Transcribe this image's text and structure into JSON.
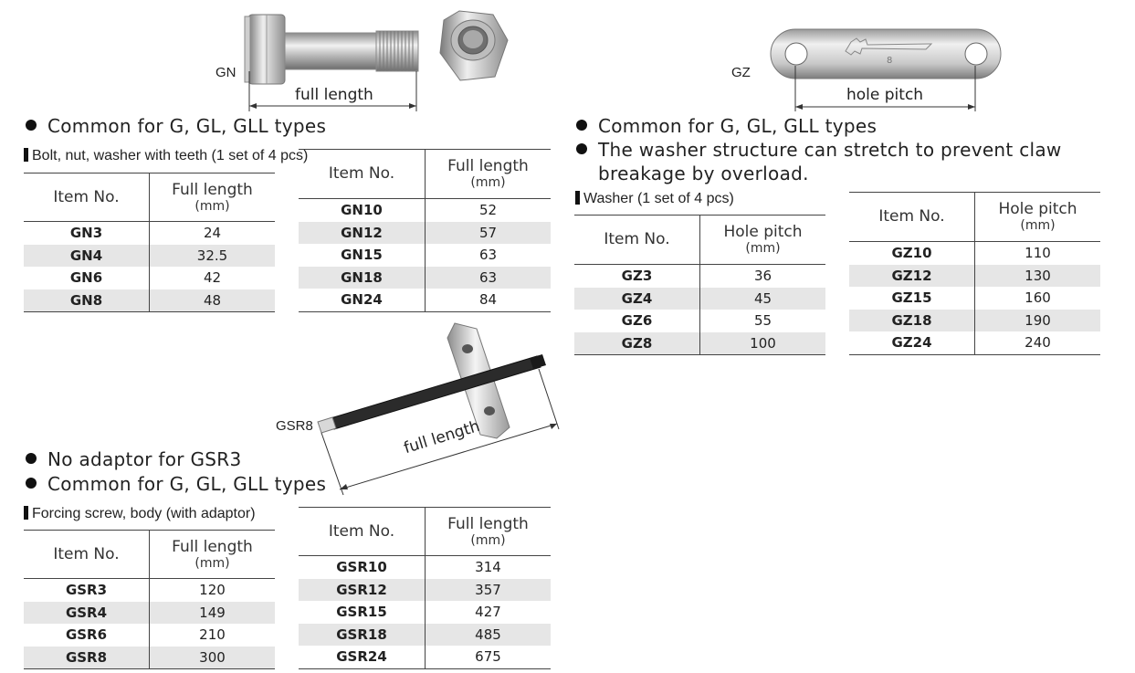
{
  "gn": {
    "label": "GN",
    "dim_label": "full length",
    "bullets": [
      "Common for G, GL, GLL types"
    ],
    "caption": "Bolt, nut, washer with teeth (1 set of 4 pcs)",
    "header_item": "Item No.",
    "header_value": "Full length",
    "header_unit": "(mm)",
    "table_left": [
      {
        "item": "GN3",
        "value": "24"
      },
      {
        "item": "GN4",
        "value": "32.5"
      },
      {
        "item": "GN6",
        "value": "42"
      },
      {
        "item": "GN8",
        "value": "48"
      }
    ],
    "table_right": [
      {
        "item": "GN10",
        "value": "52"
      },
      {
        "item": "GN12",
        "value": "57"
      },
      {
        "item": "GN15",
        "value": "63"
      },
      {
        "item": "GN18",
        "value": "63"
      },
      {
        "item": "GN24",
        "value": "84"
      }
    ]
  },
  "gz": {
    "label": "GZ",
    "dim_label": "hole pitch",
    "stamp_text": "8",
    "bullets": [
      "Common for G, GL, GLL types",
      "The washer structure can stretch to prevent claw breakage by overload."
    ],
    "caption": "Washer (1 set of 4 pcs)",
    "header_item": "Item No.",
    "header_value": "Hole pitch",
    "header_unit": "(mm)",
    "table_left": [
      {
        "item": "GZ3",
        "value": "36"
      },
      {
        "item": "GZ4",
        "value": "45"
      },
      {
        "item": "GZ6",
        "value": "55"
      },
      {
        "item": "GZ8",
        "value": "100"
      }
    ],
    "table_right": [
      {
        "item": "GZ10",
        "value": "110"
      },
      {
        "item": "GZ12",
        "value": "130"
      },
      {
        "item": "GZ15",
        "value": "160"
      },
      {
        "item": "GZ18",
        "value": "190"
      },
      {
        "item": "GZ24",
        "value": "240"
      }
    ]
  },
  "gsr": {
    "label": "GSR8",
    "dim_label": "full length",
    "bullets": [
      "No adaptor for GSR3",
      "Common for G, GL, GLL types"
    ],
    "caption": "Forcing screw, body (with adaptor)",
    "header_item": "Item No.",
    "header_value": "Full length",
    "header_unit": "(mm)",
    "table_left": [
      {
        "item": "GSR3",
        "value": "120"
      },
      {
        "item": "GSR4",
        "value": "149"
      },
      {
        "item": "GSR6",
        "value": "210"
      },
      {
        "item": "GSR8",
        "value": "300"
      }
    ],
    "table_right": [
      {
        "item": "GSR10",
        "value": "314"
      },
      {
        "item": "GSR12",
        "value": "357"
      },
      {
        "item": "GSR15",
        "value": "427"
      },
      {
        "item": "GSR18",
        "value": "485"
      },
      {
        "item": "GSR24",
        "value": "675"
      }
    ]
  }
}
